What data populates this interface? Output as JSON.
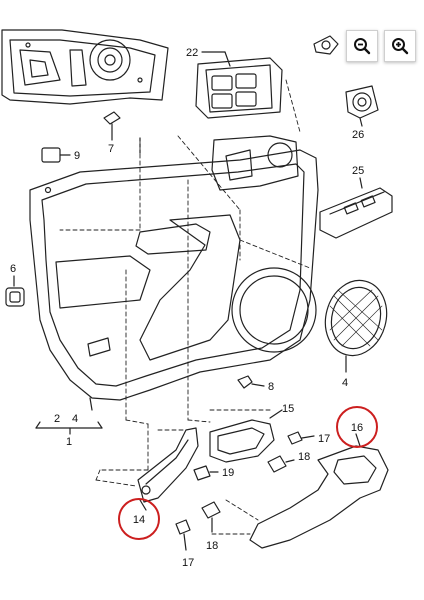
{
  "toolbar": {
    "zoom_out_icon": "zoom-out-icon",
    "zoom_in_icon": "zoom-in-icon"
  },
  "colors": {
    "line": "#222222",
    "highlight": "#cc1f1f",
    "button_border": "#cfcfcf"
  },
  "callouts": [
    {
      "id": "22",
      "text": "22"
    },
    {
      "id": "7",
      "text": "7"
    },
    {
      "id": "9",
      "text": "9"
    },
    {
      "id": "26",
      "text": "26"
    },
    {
      "id": "25",
      "text": "25"
    },
    {
      "id": "6",
      "text": "6"
    },
    {
      "id": "4",
      "text": "4"
    },
    {
      "id": "8",
      "text": "8"
    },
    {
      "id": "2a",
      "text": "2"
    },
    {
      "id": "4a",
      "text": "4"
    },
    {
      "id": "1",
      "text": "1"
    },
    {
      "id": "15",
      "text": "15"
    },
    {
      "id": "17a",
      "text": "17"
    },
    {
      "id": "18a",
      "text": "18"
    },
    {
      "id": "19",
      "text": "19"
    },
    {
      "id": "18b",
      "text": "18"
    },
    {
      "id": "17b",
      "text": "17"
    }
  ],
  "highlighted_callouts": [
    {
      "id": "16",
      "text": "16"
    },
    {
      "id": "14",
      "text": "14"
    }
  ]
}
